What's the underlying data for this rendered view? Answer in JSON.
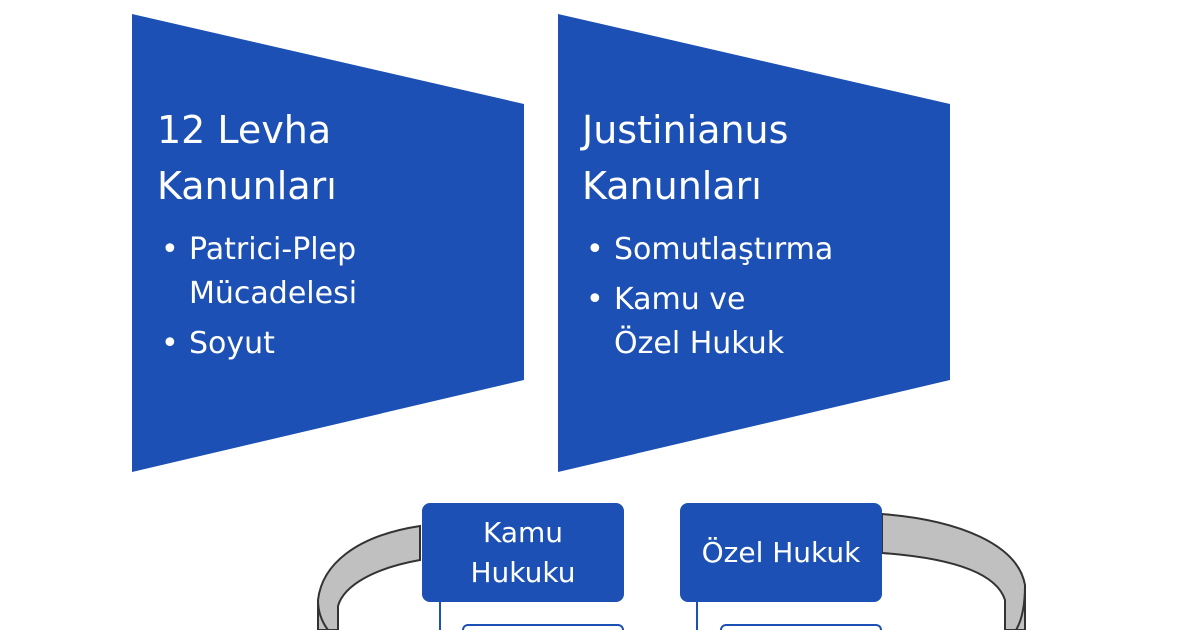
{
  "colors": {
    "panel_fill": "#1c50b4",
    "box_fill": "#1c50b4",
    "arc_fill": "#c0c0c0",
    "arc_stroke": "#333333",
    "text": "#ffffff"
  },
  "panels": [
    {
      "title_line1": "12 Levha",
      "title_line2": "Kanunları",
      "bullets": [
        "Patrici-Plep Mücadelesi",
        "Soyut"
      ]
    },
    {
      "title_line1": "Justinianus",
      "title_line2": "Kanunları",
      "bullets": [
        "Somutlaştırma",
        "Kamu ve Özel Hukuk"
      ]
    }
  ],
  "boxes": {
    "kamu_line1": "Kamu",
    "kamu_line2": "Hukuku",
    "ozel": "Özel Hukuk"
  },
  "icons": {
    "bullet": "•"
  }
}
